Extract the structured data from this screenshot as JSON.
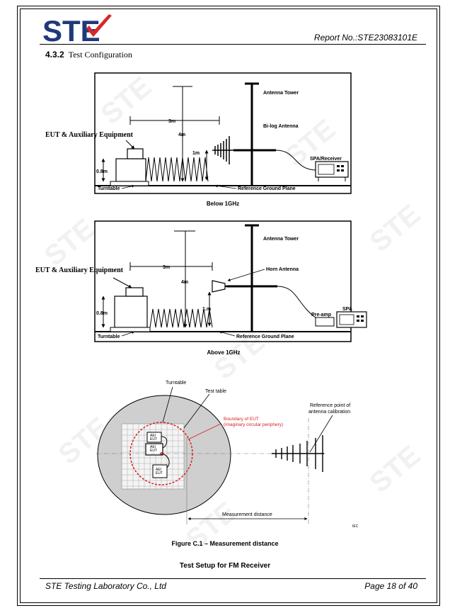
{
  "header": {
    "logo_text": "STE",
    "report_no": "Report No.:STE23083101E"
  },
  "section": {
    "number": "4.3.2",
    "title": "Test Configuration"
  },
  "diagram1": {
    "eut_label": "EUT & Auxiliary Equipment",
    "antenna_tower": "Antenna Tower",
    "antenna": "Bi-log Antenna",
    "receiver": "SPA/Receiver",
    "dist_3m": "3m",
    "dist_4m": "4m",
    "dist_1m": "1m",
    "dist_08m": "0.8m",
    "turntable": "Turntable",
    "ground_plane": "Reference Ground Plane",
    "caption": "Below 1GHz"
  },
  "diagram2": {
    "eut_label": "EUT & Auxiliary Equipment",
    "antenna_tower": "Antenna Tower",
    "antenna": "Horn Antenna",
    "preamp": "Pre-amp",
    "spa": "SPA",
    "dist_3m": "3m",
    "dist_4m": "4m",
    "dist_1m": "1.m",
    "dist_08m": "0.8m",
    "turntable": "Turntable",
    "ground_plane": "Reference Ground Plane",
    "caption": "Above 1GHz"
  },
  "diagram3": {
    "turntable": "Turntable",
    "test_table": "Test table",
    "boundary_line1": "Boundary of EUT",
    "boundary_line2": "(imaginary circular periphery)",
    "ref_line1": "Reference point of",
    "ref_line2": "antenna calibration",
    "aei": "AEI",
    "eut": "EUT",
    "measurement_distance": "Measurement distance",
    "iec": "IEC",
    "figure_title": "Figure C.1 – Measurement distance"
  },
  "setup_title": "Test Setup for FM Receiver",
  "footer": {
    "lab": "STE Testing Laboratory Co., Ltd",
    "page": "Page 18 of 40"
  },
  "colors": {
    "logo_blue": "#1f3a7a",
    "logo_red": "#d42a2a",
    "boundary_red": "#d61f1f",
    "turntable_grey": "#cfcfcf"
  }
}
